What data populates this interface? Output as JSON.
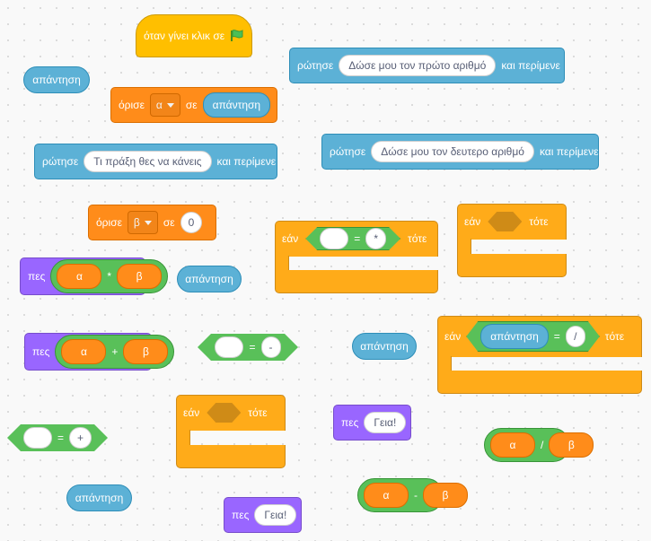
{
  "when_flag_clicked": {
    "label": "όταν γίνει κλικ σε"
  },
  "answer_label": "απάντηση",
  "ask_first": {
    "verb": "ρώτησε",
    "prompt": "Δώσε μου τον πρώτο αριθμό",
    "suffix": "και περίμενε"
  },
  "ask_second": {
    "verb": "ρώτησε",
    "prompt": "Δώσε μου τον δευτερο αριθμό",
    "suffix": "και περίμενε"
  },
  "ask_op": {
    "verb": "ρώτησε",
    "prompt": "Τι πράξη θες να κάνεις",
    "suffix": "και περίμενε"
  },
  "set_a": {
    "verb": "όρισε",
    "var": "α",
    "mid": "σε",
    "value": "απάντηση"
  },
  "set_b": {
    "verb": "όρισε",
    "var": "β",
    "mid": "σε",
    "value": "0"
  },
  "if_label": "εάν",
  "then_label": "τότε",
  "eq_sign": "=",
  "if_mul": {
    "right": "*"
  },
  "if_div": {
    "left": "απάντηση",
    "right": "/"
  },
  "eq_minus": {
    "right": "-"
  },
  "eq_plus": {
    "right": "+"
  },
  "say_label": "πες",
  "say_mul": {
    "a": "α",
    "op": "*",
    "b": "β"
  },
  "say_add": {
    "a": "α",
    "op": "+",
    "b": "β"
  },
  "say_hello_1": {
    "text": "Γεια!"
  },
  "say_hello_2": {
    "text": "Γεια!"
  },
  "op_div": {
    "a": "α",
    "op": "/",
    "b": "β"
  },
  "op_sub": {
    "a": "α",
    "op": "-",
    "b": "β"
  },
  "colors": {
    "events": "#ffbf00",
    "sensing": "#5cb1d6",
    "variables": "#ff8c1a",
    "looks": "#9966ff",
    "control": "#ffab19",
    "operators": "#59c059"
  }
}
